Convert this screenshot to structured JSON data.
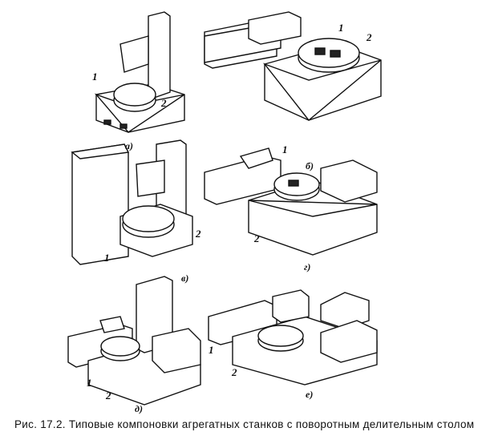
{
  "figure": {
    "panels": [
      {
        "label": "а)",
        "callouts": [
          "1",
          "2"
        ]
      },
      {
        "label": "б)",
        "callouts": [
          "1",
          "2"
        ]
      },
      {
        "label": "в)",
        "callouts": [
          "1",
          "2"
        ]
      },
      {
        "label": "г)",
        "callouts": [
          "1",
          "2"
        ]
      },
      {
        "label": "д)",
        "callouts": [
          "1",
          "2"
        ]
      },
      {
        "label": "е)",
        "callouts": [
          "1",
          "2"
        ]
      }
    ],
    "caption": "Рис. 17.2. Типовые компоновки агрегатных станков с поворотным делительным столом"
  }
}
